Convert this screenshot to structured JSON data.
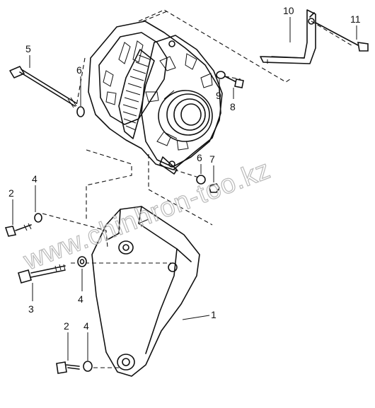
{
  "watermark": "www.chinhron-too.kz",
  "callouts": [
    {
      "id": "1",
      "label": "1",
      "part": "bracket"
    },
    {
      "id": "2a",
      "label": "2",
      "part": "bolt-upper-left"
    },
    {
      "id": "2b",
      "label": "2",
      "part": "bolt-lower-left"
    },
    {
      "id": "3",
      "label": "3",
      "part": "long-bolt"
    },
    {
      "id": "4a",
      "label": "4",
      "part": "washer-upper-left"
    },
    {
      "id": "4b",
      "label": "4",
      "part": "washer-middle"
    },
    {
      "id": "4c",
      "label": "4",
      "part": "washer-lower"
    },
    {
      "id": "5",
      "label": "5",
      "part": "through-bolt"
    },
    {
      "id": "6a",
      "label": "6",
      "part": "washer-top"
    },
    {
      "id": "6b",
      "label": "6",
      "part": "washer-right"
    },
    {
      "id": "7",
      "label": "7",
      "part": "nut"
    },
    {
      "id": "8",
      "label": "8",
      "part": "bolt-top-right"
    },
    {
      "id": "9",
      "label": "9",
      "part": "washer-top-right"
    },
    {
      "id": "10",
      "label": "10",
      "part": "adjusting-bar"
    },
    {
      "id": "11",
      "label": "11",
      "part": "bolt-far-right"
    }
  ]
}
